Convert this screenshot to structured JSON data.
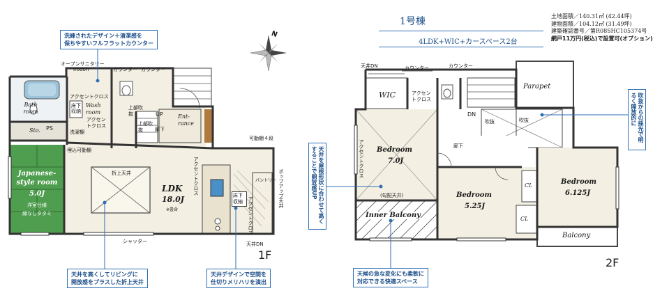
{
  "header": {
    "building_no": "1号棟",
    "layout": "4LDK+WIC+カースペース2台",
    "info_lines": [
      "土地面積／140.31㎡ (42.44坪)",
      "建物面積／104.12㎡ (31.49坪)",
      "建築確認番号／第R08SHC105374号",
      "網戸11万円(税込)で設置可(オプション)"
    ]
  },
  "compass": {
    "label": "N"
  },
  "floors": {
    "first": "1F",
    "second": "2F"
  },
  "callouts": {
    "wash_counter": [
      "洗練されたデザイン＋清潔感を",
      "保ちやすいフルフラットカウンター"
    ],
    "folded_ceiling": [
      "天井を高くしてリビングに",
      "開放感をプラスした折上天井"
    ],
    "ceiling_design": [
      "天井デザインで空間を",
      "仕切りメリハリを演出"
    ],
    "sloped_ceiling": "天井を屋根形状に合わせて高くすることで開放感UP",
    "atrium_light": "吹抜からの採光で明るく開放的に",
    "inner_balcony": [
      "天候の急な変化にも柔軟に",
      "対応できる快適スペース"
    ]
  },
  "floor1": {
    "labels": {
      "open_sanitary": "オープンサニタリー",
      "irodori": "Irodori",
      "counter1": "カウンター",
      "counter2": "カウンター",
      "bath": "Bath room",
      "accent_cloth1": "アクセントクロス",
      "floor_storage1": "床下収納",
      "wash_room": "Wash room",
      "accent_cloth2": "アクセントクロス",
      "laundry_shelf": "洗濯棚",
      "sto": "Sto.",
      "ps": "PS",
      "upper_atrium1": "上部吹抜",
      "up": "UP",
      "entrance": "Ent-rance",
      "upper_atrium2": "上部吹抜",
      "hall": "廊下",
      "movable_shelf": "可動棚４段",
      "recessed_shelf": "埋込可動棚",
      "japanese_room": "Japanese-style room",
      "japanese_size": "5.0J",
      "western_finish": "洋室仕様",
      "edgeless_tatami": "縁なしタタミ",
      "folded_ceiling_lbl": "折上天井",
      "accent_cloth3": "アクセントクロス",
      "ldk": "LDK",
      "ldk_size": "18.0J",
      "ldk_note": "※畳含",
      "under_storage": "床下収納",
      "pantry": "パントリー",
      "popup_ceiling": "ポップアップ天井",
      "accent_cloth4": "アクセントクロス",
      "shutter": "シャッター",
      "ceiling_dn": "天井DN"
    }
  },
  "floor2": {
    "labels": {
      "ceiling_dn": "天井DN",
      "counter1": "カウンター",
      "counter2": "カウンター",
      "wic": "WIC",
      "accent_cloth1": "アクセントクロス",
      "dn": "DN",
      "parapet": "Parapet",
      "atrium1": "吹抜",
      "atrium2": "吹抜",
      "hall": "廊下",
      "bedroom1": "Bedroom",
      "bedroom1_size": "7.0J",
      "accent_cloth2": "アクセントクロス",
      "sloped_ceiling_lbl": "(勾配天井)",
      "bedroom2": "Bedroom",
      "bedroom2_size": "5.25J",
      "bedroom3": "Bedroom",
      "bedroom3_size": "6.125J",
      "cl1": "CL",
      "cl2": "CL",
      "inner_balcony": "Inner Balcony",
      "balcony": "Balcony"
    }
  },
  "colors": {
    "accent_blue": "#2f6fb3",
    "tatami_green": "#4f9e4f",
    "floor_beige": "#f3efe2",
    "wall": "#333333"
  }
}
